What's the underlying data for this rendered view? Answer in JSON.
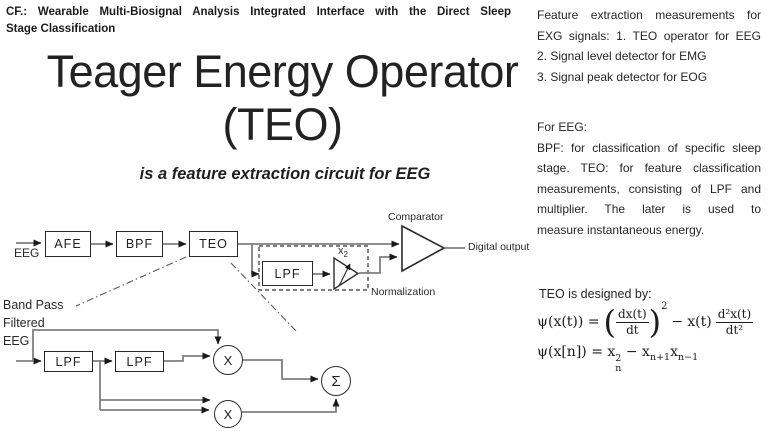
{
  "header": {
    "line1": "CF.: Wearable Multi-Biosignal Analysis Integrated Interface with the Direct Sleep",
    "line2": "Stage Classification"
  },
  "title": {
    "line1": "Teager Energy Operator",
    "line2": "(TEO)",
    "subtitle": "is a feature extraction circuit for EEG"
  },
  "right_column": {
    "para1": {
      "line1": "Feature extraction measurements for",
      "line2": "EXG signals: 1. TEO operator for EEG",
      "line3": "2. Signal level detector for EMG",
      "line4": "3. Signal peak detector for EOG"
    },
    "para2": {
      "line1": "For EEG:",
      "line2": "BPF: for classification of specific sleep",
      "line3": "stage. TEO: for feature classification",
      "line4": "measurements, consisting of LPF and",
      "line5": "multiplier. The later is used to",
      "line6": "measure instantaneous energy."
    },
    "design_heading": "TEO is designed by:",
    "formula_continuous": {
      "lhs": "ψ(x(t)) =",
      "paren_open": "(",
      "frac1_num": "dx(t)",
      "frac1_den": "dt",
      "paren_close": ")",
      "exponent": "2",
      "minus": "−",
      "factor": "x(t)",
      "frac2_num": "d²x(t)",
      "frac2_den": "dt²"
    },
    "formula_discrete": {
      "lhs": "ψ(x[n]) = ",
      "x_base": "x",
      "x_sup": "2",
      "x_sub": "n",
      "minus": " − ",
      "t2_base": "x",
      "t2_sub": "n+1",
      "t3_base": "x",
      "t3_sub": "n−1"
    }
  },
  "diagram_top": {
    "input_label": "EEG",
    "afe": "AFE",
    "bpf": "BPF",
    "teo": "TEO",
    "lpf": "LPF",
    "gain_label": "x",
    "gain_sub": "2",
    "comparator_label": "Comparator",
    "output_label": "Digital output",
    "normalization_label": "Normalization"
  },
  "diagram_detail": {
    "input_line1": "Band Pass",
    "input_line2": "Filtered",
    "input_line3": "EEG",
    "lpf1": "LPF",
    "lpf2": "LPF",
    "mult1": "X",
    "mult2": "X",
    "sum": "Σ"
  },
  "colors": {
    "background": "#ffffff",
    "text": "#1f1f1f",
    "signal_line": "#7f7f7f",
    "box_border": "#2b2b2b",
    "arrowhead": "#1a1a1a"
  }
}
